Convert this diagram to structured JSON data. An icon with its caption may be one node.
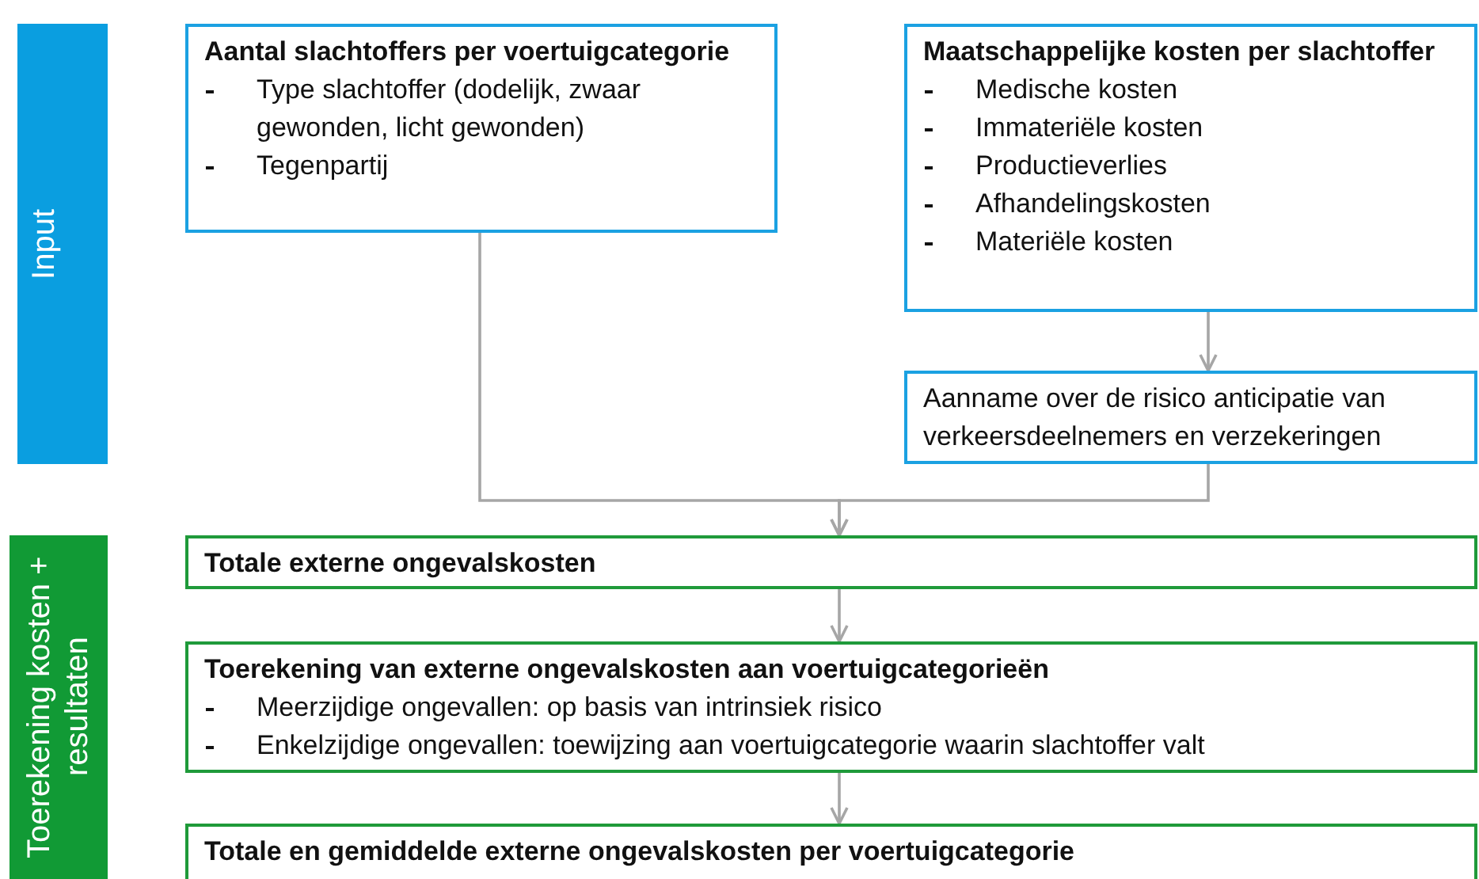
{
  "diagram": {
    "nodes": [
      {
        "text": [
          "Input"
        ]
      },
      {
        "text": [
          "Aantal slachtoffers per voertuigcategorie",
          "Type slachtoffer (dodelijk, zwaar gewonden, licht gewonden)",
          "Tegenpartij"
        ]
      },
      {
        "text": [
          "Maatschappelijke kosten per slachtoffer",
          "Medische kosten",
          "Immateriële kosten",
          "Productieverlies",
          "Afhandelingskosten",
          "Materiële kosten"
        ]
      },
      {
        "text": [
          "Aanname over de risico anticipatie van verkeersdeelnemers en verzekeringen"
        ]
      },
      {
        "text": [
          "Toerekening kosten + resultaten"
        ]
      },
      {
        "text": [
          "Totale externe ongevalskosten"
        ]
      },
      {
        "text": [
          "Toerekening van externe ongevalskosten aan voertuigcategorieën",
          "Meerzijdige ongevallen: op basis van intrinsiek risico",
          "Enkelzijdige ongevallen: toewijzing aan voertuigcategorie waarin slachtoffer valt"
        ]
      },
      {
        "text": [
          "Totale en gemiddelde externe ongevalskosten per voertuigcategorie"
        ]
      }
    ],
    "edges": [
      {
        "from": 2,
        "to": 3,
        "arrow": "to"
      },
      {
        "from": 1,
        "to": 5,
        "arrow": "to"
      },
      {
        "from": 3,
        "to": 5,
        "arrow": "to"
      },
      {
        "from": 5,
        "to": 6,
        "arrow": "to"
      },
      {
        "from": 6,
        "to": 7,
        "arrow": "to"
      }
    ]
  }
}
